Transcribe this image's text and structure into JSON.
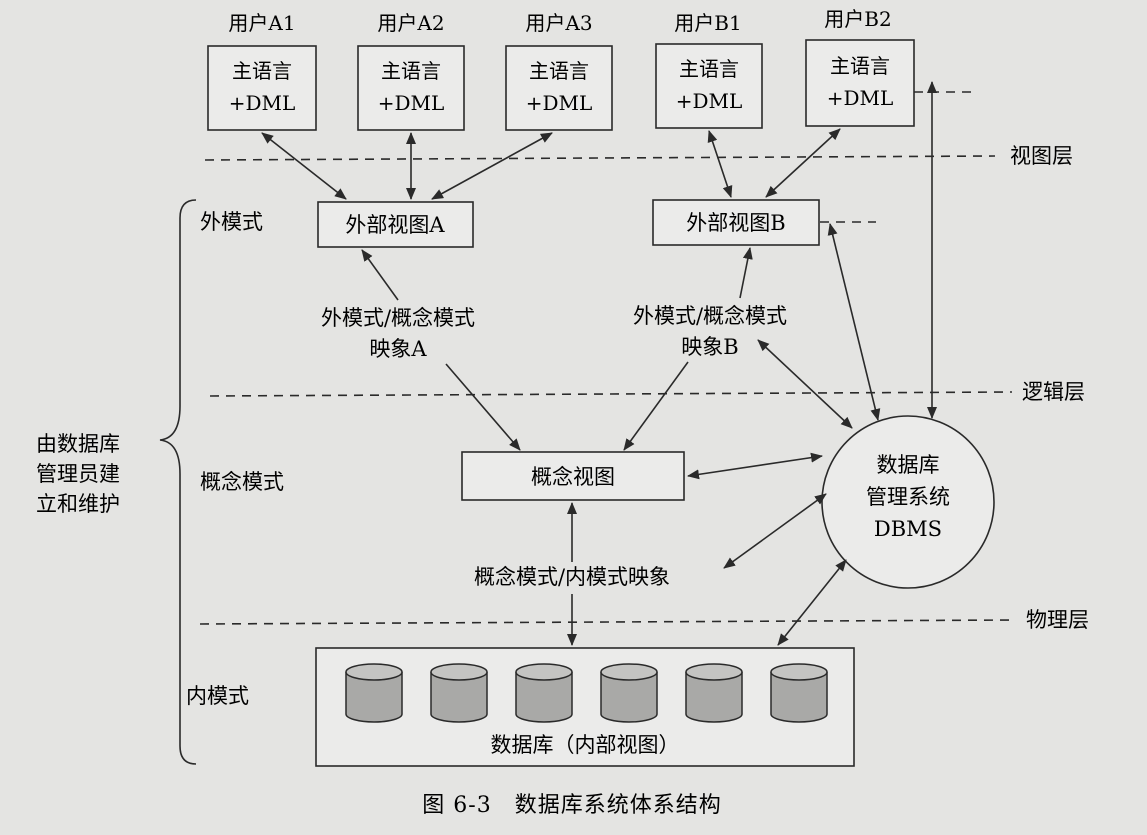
{
  "users": [
    {
      "name": "用户A1",
      "line1": "主语言",
      "line2": "+DML"
    },
    {
      "name": "用户A2",
      "line1": "主语言",
      "line2": "+DML"
    },
    {
      "name": "用户A3",
      "line1": "主语言",
      "line2": "+DML"
    },
    {
      "name": "用户B1",
      "line1": "主语言",
      "line2": "+DML"
    },
    {
      "name": "用户B2",
      "line1": "主语言",
      "line2": "+DML"
    }
  ],
  "layers": {
    "view": "视图层",
    "logical": "逻辑层",
    "physical": "物理层"
  },
  "levels": {
    "external": "外模式",
    "conceptual": "概念模式",
    "internal": "内模式"
  },
  "external_views": {
    "a": "外部视图A",
    "b": "外部视图B"
  },
  "mappings": {
    "ext_concept_a_line1": "外模式/概念模式",
    "ext_concept_a_line2": "映象A",
    "ext_concept_b_line1": "外模式/概念模式",
    "ext_concept_b_line2": "映象B",
    "concept_internal": "概念模式/内模式映象"
  },
  "conceptual_view": "概念视图",
  "dbms": {
    "line1": "数据库",
    "line2": "管理系统",
    "line3": "DBMS"
  },
  "dba": {
    "line1": "由数据库",
    "line2": "管理员建",
    "line3": "立和维护"
  },
  "database_label": "数据库（内部视图）",
  "caption": "图 6-3　数据库系统体系结构"
}
